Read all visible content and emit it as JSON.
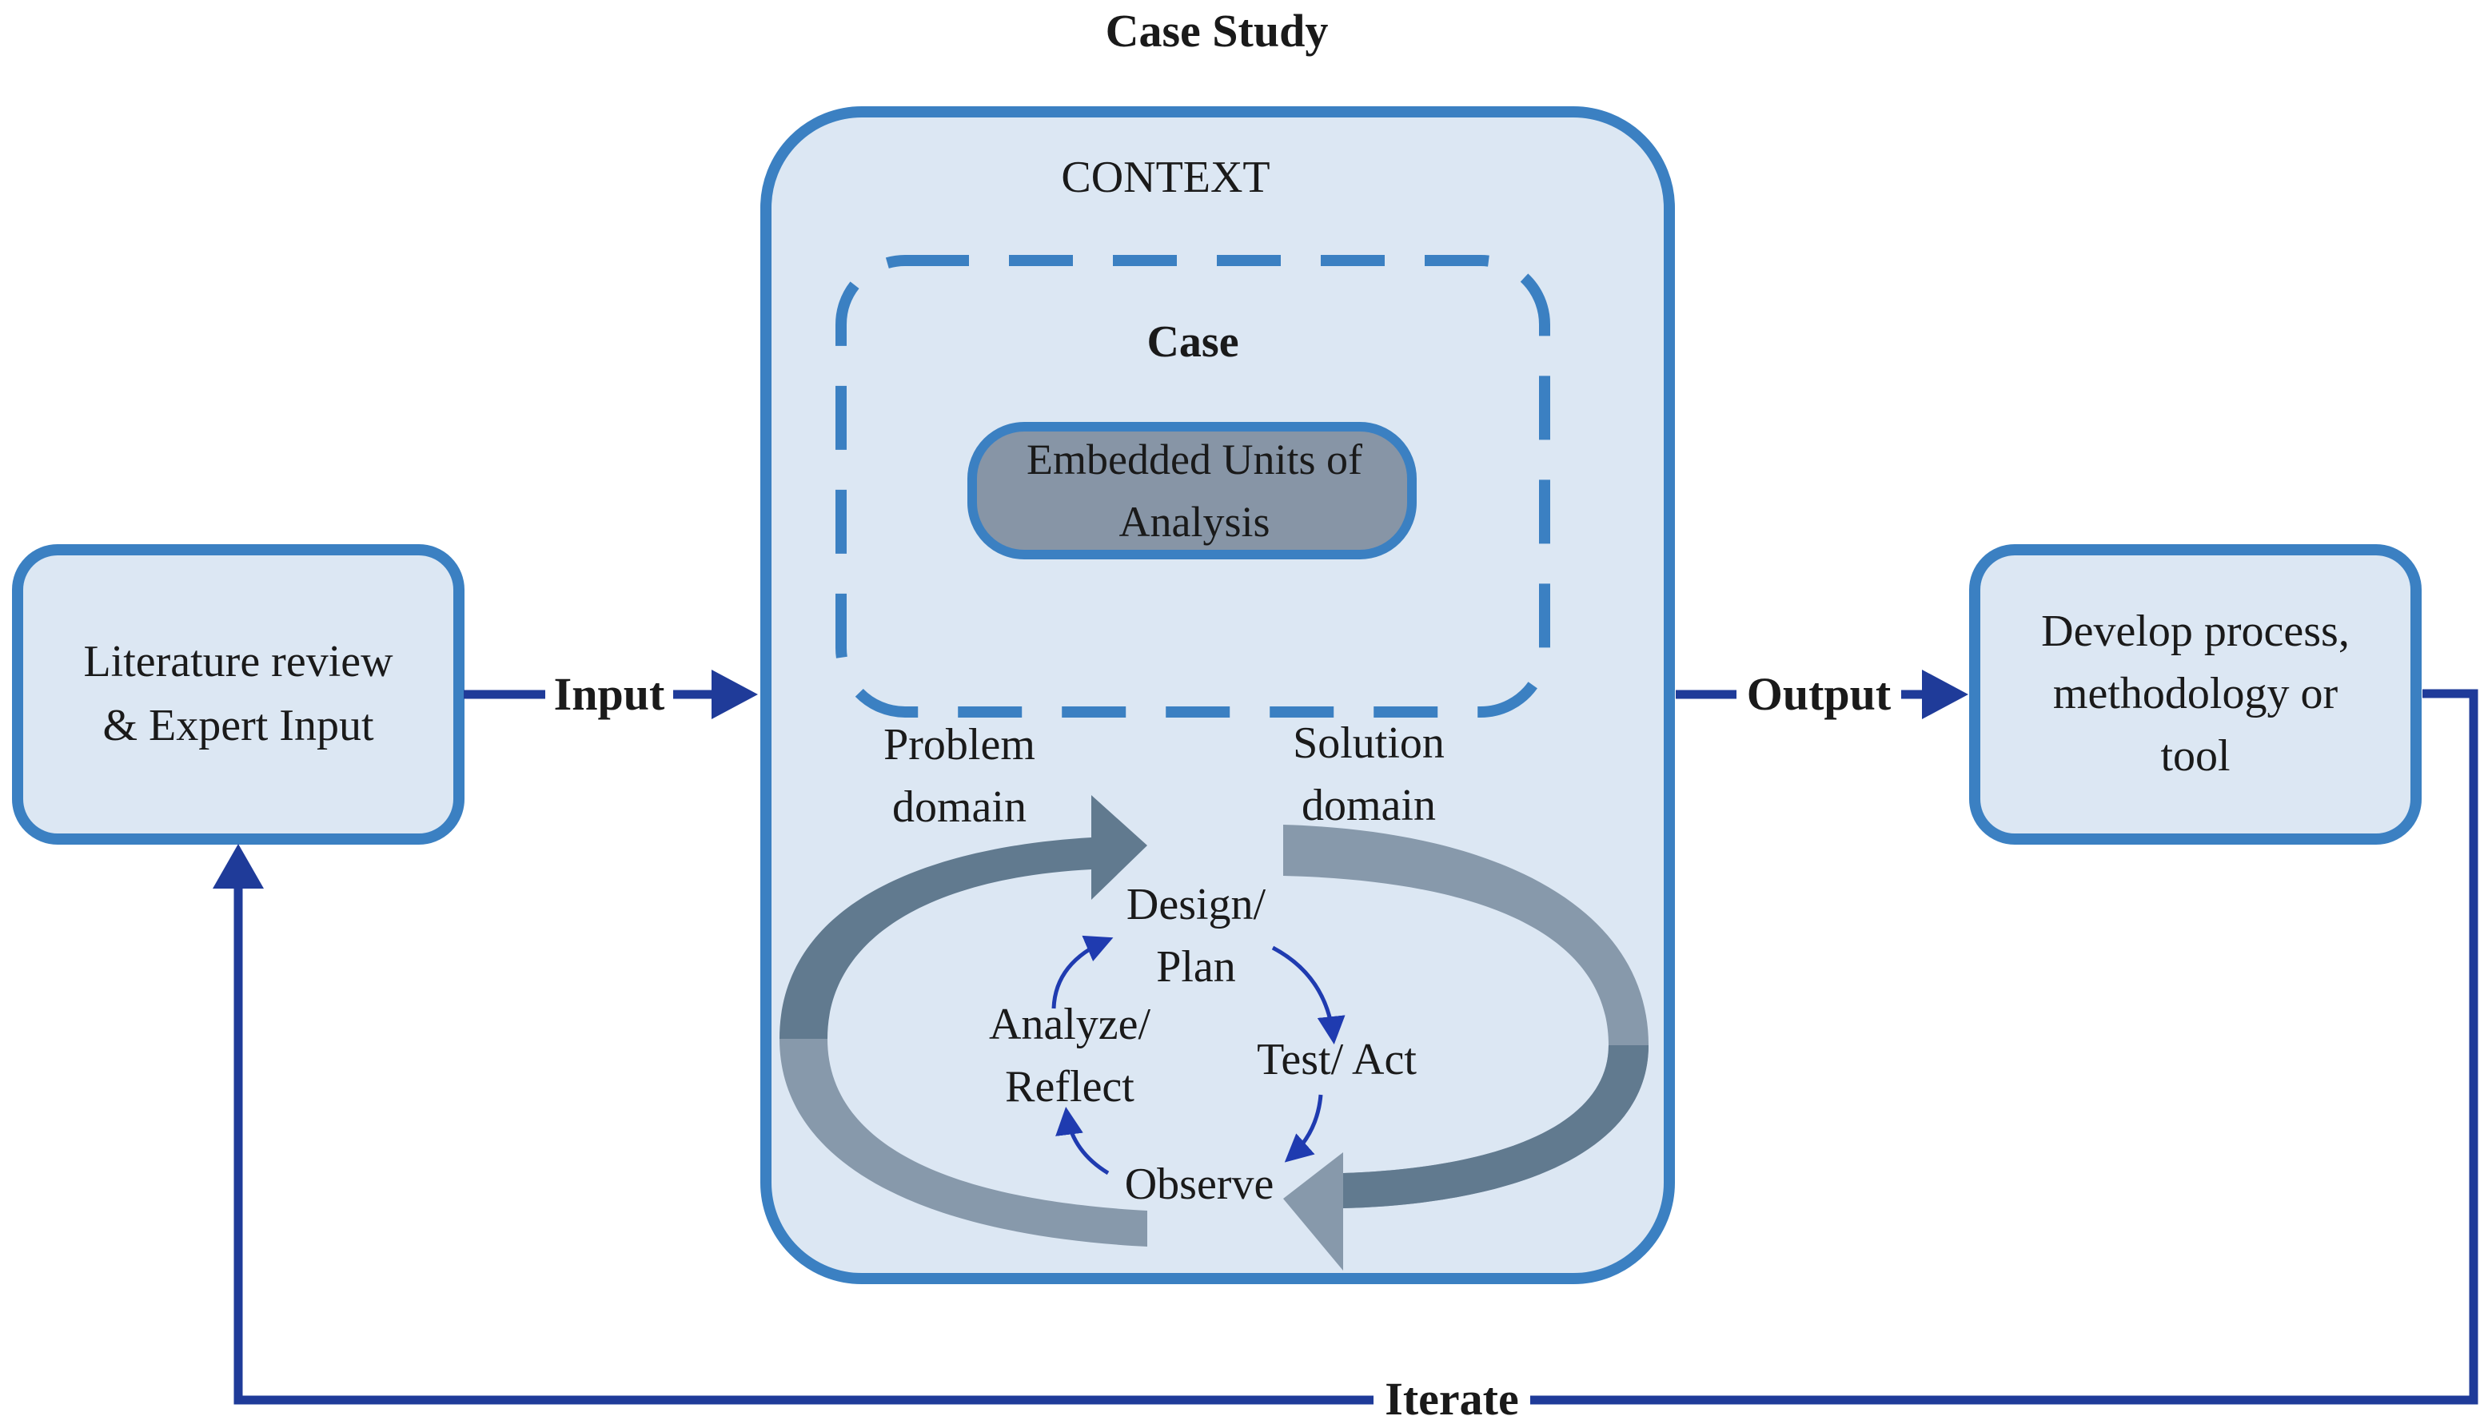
{
  "title": "Case Study",
  "context": {
    "label": "CONTEXT"
  },
  "case": {
    "label": "Case",
    "embedded_units": [
      "Embedded Units of",
      "Analysis"
    ]
  },
  "domains": {
    "problem": [
      "Problem",
      "domain"
    ],
    "solution": [
      "Solution",
      "domain"
    ]
  },
  "cycle": {
    "design_plan": [
      "Design/",
      "Plan"
    ],
    "test_act": "Test/ Act",
    "observe": "Observe",
    "analyze_reflect": [
      "Analyze/",
      "Reflect"
    ]
  },
  "inputs_box": [
    "Literature review",
    "& Expert Input"
  ],
  "output_box": [
    "Develop process,",
    "methodology or",
    "tool"
  ],
  "flow_labels": {
    "input": "Input",
    "output": "Output",
    "iterate": "Iterate"
  },
  "colors": {
    "box_fill": "#dce7f3",
    "box_stroke": "#3b80c2",
    "connector": "#1f3b99",
    "big_arrow_dark": "#617a8f",
    "big_arrow_light": "#8799ab",
    "embedded_fill": "#8795a6",
    "small_arrow": "#1f3bb0"
  }
}
